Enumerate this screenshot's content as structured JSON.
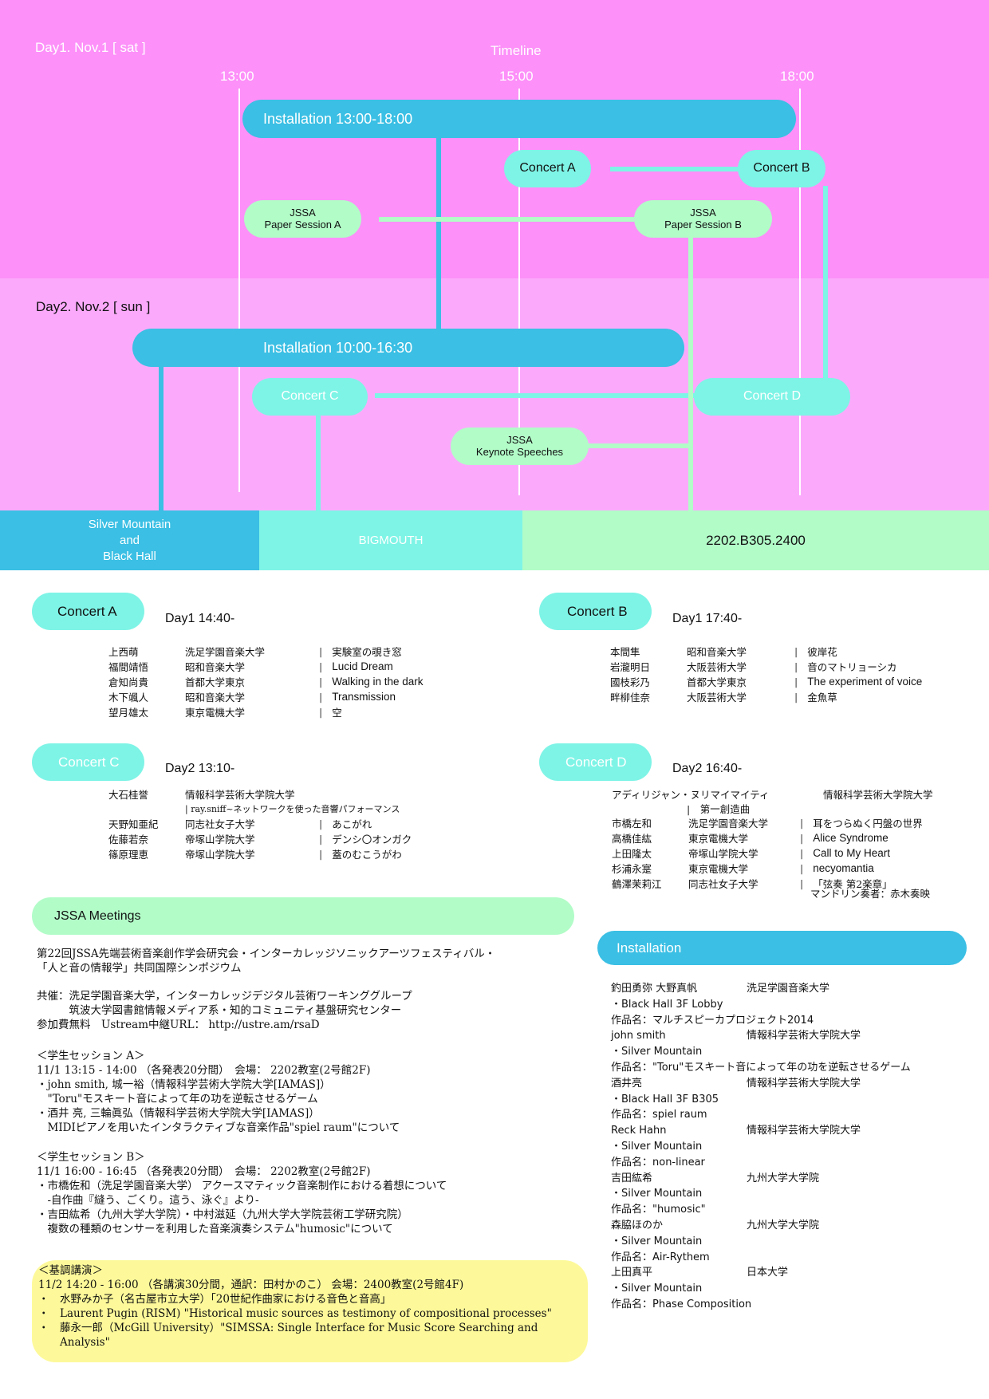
{
  "colors": {
    "day1_bg": "#fd90f9",
    "day2_bg": "#fbaafb",
    "installation": "#3bbfe4",
    "concert": "#7ef4e6",
    "jssa": "#b2fcc8",
    "keynote_bg": "#fdf99a"
  },
  "timeline": {
    "day1_label": "Day1. Nov.1 [ sat ]",
    "day2_label": "Day2. Nov.2 [ sun ]",
    "title": "Timeline",
    "ticks": [
      "13:00",
      "15:00",
      "18:00"
    ],
    "day1_events": {
      "installation": "Installation 13:00-18:00",
      "concert_a": "Concert A",
      "concert_b": "Concert B",
      "paper_a_line1": "JSSA",
      "paper_a_line2": "Paper Session A",
      "paper_b_line1": "JSSA",
      "paper_b_line2": "Paper Session B"
    },
    "day2_events": {
      "installation": "Installation 10:00-16:30",
      "concert_c": "Concert C",
      "concert_d": "Concert D",
      "keynote_line1": "JSSA",
      "keynote_line2": "Keynote Speeches"
    },
    "locations": {
      "silver_line1": "Silver Mountain",
      "silver_line2": "and",
      "silver_line3": "Black Hall",
      "bigmouth": "BIGMOUTH",
      "rooms": "2202.B305.2400"
    }
  },
  "concert_a": {
    "title": "Concert A",
    "when": "Day1 14:40-",
    "rows": [
      {
        "name": "上西萌",
        "school": "洗足学園音楽大学",
        "work": "実験室の覗き窓"
      },
      {
        "name": "福間靖悟",
        "school": "昭和音楽大学",
        "work": "Lucid Dream"
      },
      {
        "name": "倉知尚貴",
        "school": "首都大学東京",
        "work": "Walking in the dark"
      },
      {
        "name": "木下颯人",
        "school": "昭和音楽大学",
        "work": "Transmission"
      },
      {
        "name": "望月雄太",
        "school": "東京電機大学",
        "work": "空"
      }
    ]
  },
  "concert_b": {
    "title": "Concert B",
    "when": "Day1 17:40-",
    "rows": [
      {
        "name": "本間隼",
        "school": "昭和音楽大学",
        "work": "彼岸花"
      },
      {
        "name": "岩瀧明日",
        "school": "大阪芸術大学",
        "work": "音のマトリョーシカ"
      },
      {
        "name": "國枝彩乃",
        "school": "首都大学東京",
        "work": "The experiment of voice"
      },
      {
        "name": "畔柳佳奈",
        "school": "大阪芸術大学",
        "work": "金魚草"
      }
    ]
  },
  "concert_c": {
    "title": "Concert C",
    "when": "Day2 13:10-",
    "first": {
      "name": "大石桂誉",
      "school": "情報科学芸術大学院大学",
      "work": "ray.sniff~ネットワークを使った音響パフォーマンス"
    },
    "rows": [
      {
        "name": "天野知亜紀",
        "school": "同志社女子大学",
        "work": "あこがれ"
      },
      {
        "name": "佐藤若奈",
        "school": "帝塚山学院大学",
        "work": "デンシ〇オンガク"
      },
      {
        "name": "篠原理恵",
        "school": "帝塚山学院大学",
        "work": "蓋のむこうがわ"
      }
    ]
  },
  "concert_d": {
    "title": "Concert D",
    "when": "Day2 16:40-",
    "first": {
      "name": "アディリジャン・ヌリマイマイティ",
      "school": "情報科学芸術大学院大学",
      "work": "第一創造曲"
    },
    "rows": [
      {
        "name": "市橋左和",
        "school": "洗足学園音楽大学",
        "work": "耳をつらぬく円盤の世界"
      },
      {
        "name": "高橋佳紘",
        "school": "東京電機大学",
        "work": "Alice Syndrome"
      },
      {
        "name": "上田隆太",
        "school": "帝塚山学院大学",
        "work": "Call to My Heart"
      },
      {
        "name": "杉浦永寔",
        "school": "東京電機大学",
        "work": "necyomantia"
      },
      {
        "name": "鶴澤茉莉江",
        "school": "同志社女子大学",
        "work": "「弦奏 第2楽章」"
      }
    ],
    "note": "マンドリン奏者：赤木奏映"
  },
  "jssa": {
    "title": "JSSA Meetings",
    "intro": [
      "第22回JSSA先端芸術音楽創作学会研究会・インターカレッジソニックアーツフェスティバル・",
      "「人と音の情報学」共同国際シンポジウム"
    ],
    "cohost": [
      "共催：洗足学園音楽大学，インターカレッジデジタル芸術ワーキンググループ",
      "　　　筑波大学図書館情報メディア系・知的コミュニティ基盤研究センター",
      "参加費無料　Ustream中継URL： http://ustre.am/rsaD"
    ],
    "session_a": [
      "＜学生セッション A＞",
      "11/1 13:15 - 14:00 （各発表20分間）　会場： 2202教室(2号館2F)",
      "・john smith, 城一裕（情報科学芸術大学院大学[IAMAS]）",
      "　\"Toru\"モスキート音によって年の功を逆転させるゲーム",
      "・酒井 亮, 三輪眞弘（情報科学芸術大学院大学[IAMAS]）",
      "　MIDIピアノを用いたインタラクティブな音楽作品\"spiel raum\"について"
    ],
    "session_b": [
      "＜学生セッション B＞",
      "11/1 16:00 - 16:45 （各発表20分間）　会場： 2202教室(2号館2F)",
      "・市橋佐和（洗足学園音楽大学） アクースマティック音楽制作における着想について",
      "　-自作曲『縫う、ごくり。這う、泳ぐ』より-",
      "・吉田紘希（九州大学大学院）・中村滋延（九州大学大学院芸術工学研究院）",
      "　複数の種類のセンサーを利用した音楽演奏システム\"humosic\"について"
    ],
    "keynote": [
      "＜基調講演＞",
      "11/2 14:20 - 16:00 （各講演30分間，通訳：田村かのこ） 会場：2400教室(2号館4F)",
      "・　水野みか子（名古屋市立大学）「20世紀作曲家における音色と音高」",
      "・　Laurent Pugin (RISM) \"Historical music sources as testimony of compositional processes\"",
      "・　藤永一郎（McGill University）\"SIMSSA: Single Interface for Music Score Searching and",
      "　　Analysis\""
    ]
  },
  "installation": {
    "title": "Installation",
    "entries": [
      {
        "artist": "釣田勇弥 大野真帆",
        "school": "洗足学園音楽大学",
        "place": "・Black Hall 3F Lobby",
        "work": "作品名：マルチスピーカプロジェクト2014"
      },
      {
        "artist": "john smith",
        "school": "情報科学芸術大学院大学",
        "place": "・Silver Mountain",
        "work": "作品名：\"Toru\"モスキート音によって年の功を逆転させるゲーム"
      },
      {
        "artist": "酒井亮",
        "school": "情報科学芸術大学院大学",
        "place": "・Black Hall 3F B305",
        "work": "作品名：spiel raum"
      },
      {
        "artist": "Reck Hahn",
        "school": "情報科学芸術大学院大学",
        "place": "・Silver Mountain",
        "work": "作品名：non-linear"
      },
      {
        "artist": "吉田紘希",
        "school": "九州大学大学院",
        "place": "・Silver Mountain",
        "work": "作品名：\"humosic\""
      },
      {
        "artist": "森脇ほのか",
        "school": "九州大学大学院",
        "place": "・Silver Mountain",
        "work": "作品名：Air-Rythem"
      },
      {
        "artist": "上田真平",
        "school": "日本大学",
        "place": "・Silver Mountain",
        "work": "作品名：Phase Composition"
      }
    ]
  }
}
